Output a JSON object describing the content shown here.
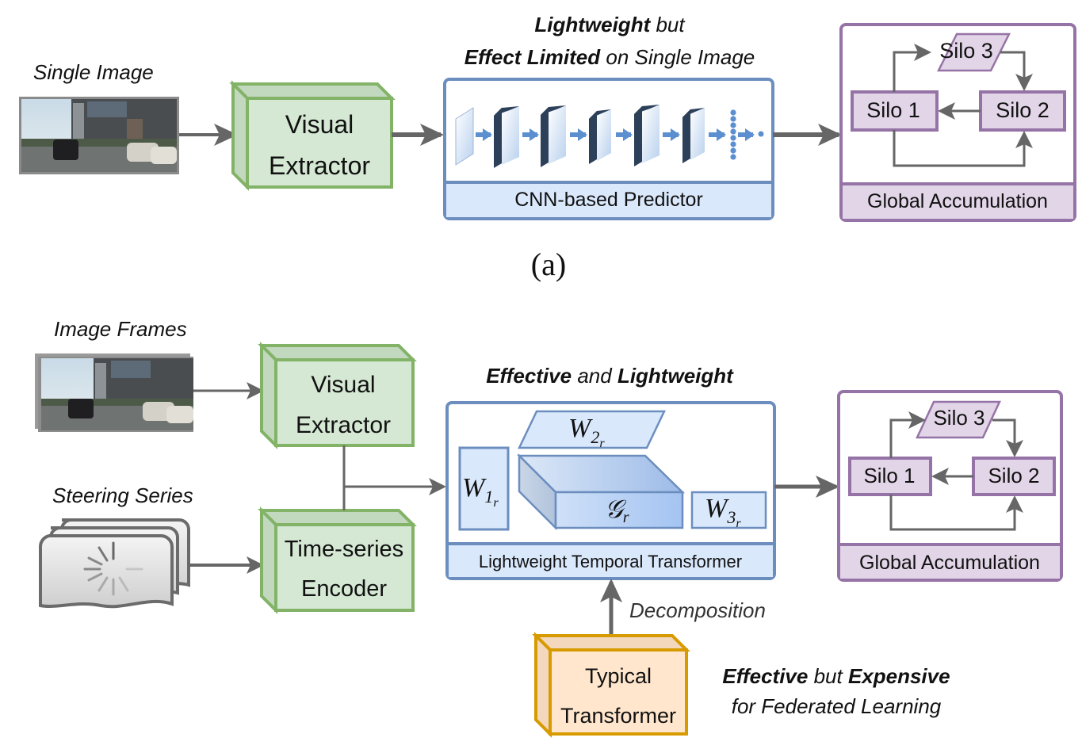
{
  "panel_a": {
    "label": "(a)",
    "input_label": "Single Image",
    "visual_extractor": {
      "line1": "Visual",
      "line2": "Extractor"
    },
    "predictor": {
      "caption_bold_1": "Lightweight",
      "caption_rest_1": " but",
      "caption_bold_2": "Effect Limited",
      "caption_rest_2": " on Single Image",
      "footer": "CNN-based Predictor"
    },
    "global": {
      "footer": "Global Accumulation",
      "silos": [
        "Silo 1",
        "Silo 2",
        "Silo 3"
      ]
    }
  },
  "panel_b": {
    "frames_label": "Image Frames",
    "steering_label": "Steering Series",
    "visual_extractor": {
      "line1": "Visual",
      "line2": "Extractor"
    },
    "ts_encoder": {
      "line1": "Time-series",
      "line2": "Encoder"
    },
    "transformer": {
      "caption_bold_1": "Effective",
      "caption_mid": " and ",
      "caption_bold_2": "Lightweight",
      "footer": "Lightweight Temporal Transformer",
      "w1": "W",
      "w1_sub": "1",
      "w1_subsub": "r",
      "w2": "W",
      "w2_sub": "2",
      "w2_subsub": "r",
      "w3": "W",
      "w3_sub": "3",
      "w3_subsub": "r",
      "g": "𝒢",
      "g_sub": "r"
    },
    "decomposition_label": "Decomposition",
    "typical": {
      "line1": "Typical",
      "line2": "Transformer"
    },
    "expensive_note": {
      "bold_1": "Effective",
      "mid": " but ",
      "bold_2": "Expensive",
      "line2": "for Federated Learning"
    },
    "global": {
      "footer": "Global Accumulation",
      "silos": [
        "Silo 1",
        "Silo 2",
        "Silo 3"
      ]
    }
  },
  "colors": {
    "green_fill": "#d5e8d4",
    "green_stroke": "#82b366",
    "blue_fill": "#dae8fc",
    "blue_stroke": "#6c8ebf",
    "purple_fill": "#e1d5e7",
    "purple_stroke": "#9673a6",
    "orange_fill": "#ffe6cc",
    "orange_stroke": "#d79b00",
    "arrow": "#666666"
  }
}
